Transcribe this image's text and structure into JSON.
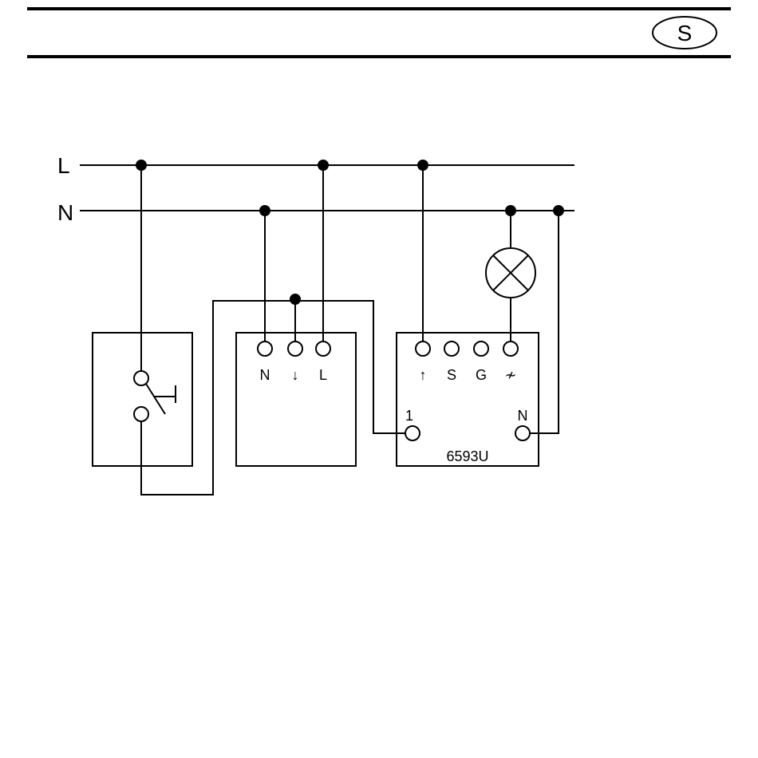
{
  "header": {
    "language_badge": "S"
  },
  "bus_labels": {
    "line": "L",
    "neutral": "N"
  },
  "push_button": {
    "symbol": "push-button-switch-icon"
  },
  "unit_a": {
    "terminals": [
      "N",
      "↓",
      "L"
    ]
  },
  "unit_b": {
    "terminals": [
      "↑",
      "S",
      "G",
      "≁"
    ],
    "input_terminal": "1",
    "neutral_terminal": "N",
    "model": "6593U"
  },
  "load": {
    "symbol": "lamp-icon"
  },
  "colors": {
    "ink": "#000000",
    "paper": "#ffffff"
  }
}
